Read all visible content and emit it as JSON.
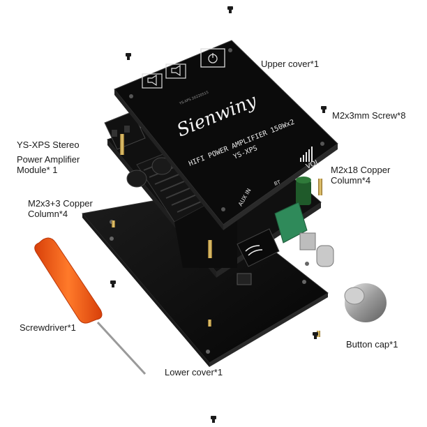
{
  "labels": {
    "upper_cover": "Upper cover*1",
    "screw": "M2x3mm Screw*8",
    "module_line1": "YS-XPS Stereo",
    "module_line2": "Power Amplifier",
    "module_line3": "Module* 1",
    "copper18_line1": "M2x18 Copper",
    "copper18_line2": "Column*4",
    "copper3_line1": "M2x3+3 Copper",
    "copper3_line2": "Column*4",
    "screwdriver": "Screwdriver*1",
    "button_cap": "Button cap*1",
    "lower_cover": "Lower cover*1"
  },
  "cover_print": {
    "brand": "Sienwiny",
    "model_line": "HIFI POWER AMPLIFIER 150Wx2",
    "model": "YS-XPS",
    "aux": "AUX IN",
    "bt": "BT",
    "vol": "VOL",
    "power": "ON/OFF",
    "small": "YS-XPS 20220515"
  },
  "colors": {
    "board": "#0b0b0b",
    "cover_edge": "#2a2a2a",
    "heatsink": "#141414",
    "potentiometer": "#2f8a5a",
    "screwdriver_handle": "#ff5a12",
    "knob": "#b5b5b5",
    "copper": "#c9a24a"
  },
  "icons": [
    "screw-icon",
    "copper-column-icon",
    "potentiometer-icon",
    "knob-icon",
    "screwdriver-icon",
    "speaker-icon",
    "power-icon"
  ]
}
